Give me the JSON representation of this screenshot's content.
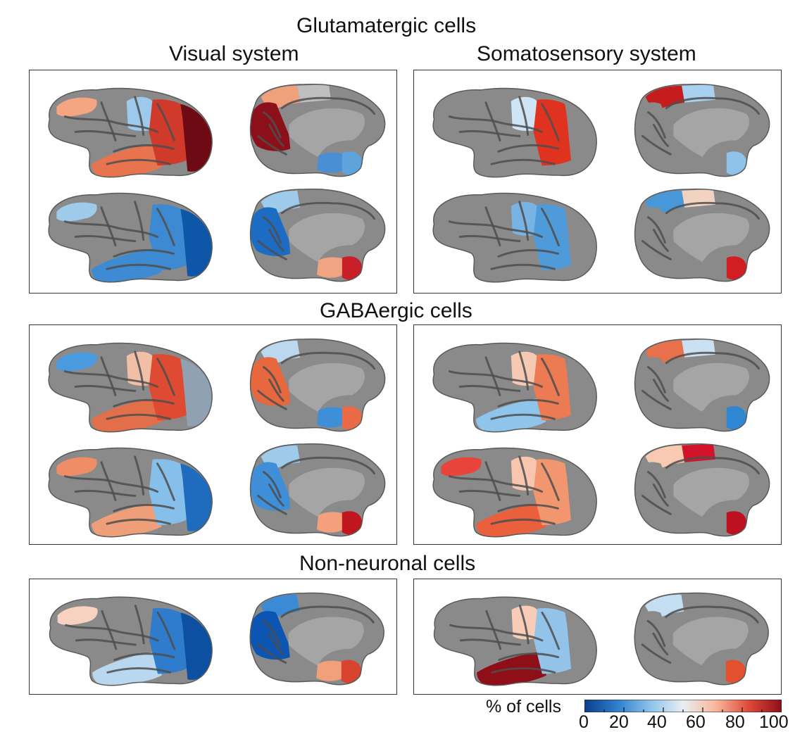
{
  "titles": {
    "glutamatergic": "Glutamatergic cells",
    "visual_system": "Visual system",
    "somatosensory_system": "Somatosensory system",
    "gabaergic": "GABAergic cells",
    "non_neuronal": "Non-neuronal cells"
  },
  "colorbar": {
    "label": "% of cells",
    "ticks": [
      "0",
      "20",
      "40",
      "60",
      "80",
      "100"
    ],
    "colors": [
      "#0a3f8c",
      "#2f7fcc",
      "#8cc3ea",
      "#e9eef3",
      "#f7b79a",
      "#df4a3a",
      "#8e0f18"
    ]
  },
  "brain_colors": {
    "cortex": "#8a8a8a",
    "cortex_dark": "#6f6f6f",
    "medial_wall": "#a5a5a5"
  },
  "panels": [
    {
      "name": "glut-visual",
      "rows": [
        {
          "lat": {
            "front": "#f5a582",
            "mid": "#9cc9ec",
            "temp": "#e8744f",
            "par": "#d03a2a",
            "occ": "#6d0a14"
          },
          "med": {
            "sup": "#f0a07a",
            "par": "#bfbfbf",
            "occ": "#8b1019",
            "inf": "#4a8fd3",
            "temp": "#5fa3dd"
          }
        },
        {
          "lat": {
            "front": "#9fcbeb",
            "mid": "#8a8a8a",
            "temp": "#3f8bd3",
            "par": "#3d8ad2",
            "occ": "#0e57a8"
          },
          "med": {
            "sup": "#9fcbeb",
            "par": "#8a8a8a",
            "occ": "#1d6cc4",
            "inf": "#f1a482",
            "temp": "#c81f28"
          }
        }
      ]
    },
    {
      "name": "glut-somato",
      "rows": [
        {
          "lat": {
            "front": "#8a8a8a",
            "mid": "#cfe4f4",
            "temp": "#8a8a8a",
            "par": "#e0331f",
            "occ": "#8a8a8a"
          },
          "med": {
            "sup": "#c51d1d",
            "par": "#a8d1ef",
            "occ": "#8a8a8a",
            "inf": "#8a8a8a",
            "temp": "#8fc3ea"
          }
        },
        {
          "lat": {
            "front": "#8a8a8a",
            "mid": "#77b3e3",
            "temp": "#8a8a8a",
            "par": "#4f9ad9",
            "occ": "#8a8a8a"
          },
          "med": {
            "sup": "#4898d9",
            "par": "#f2d3c1",
            "occ": "#8a8a8a",
            "inf": "#8a8a8a",
            "temp": "#d21d22"
          }
        }
      ]
    },
    {
      "name": "gaba-visual",
      "rows": [
        {
          "lat": {
            "front": "#4a9ae0",
            "mid": "#f0bfa6",
            "temp": "#e26f4a",
            "par": "#df4a32",
            "occ": "#90a2b2"
          },
          "med": {
            "sup": "#bcd8ee",
            "par": "#8a8a8a",
            "occ": "#e7683e",
            "inf": "#3f8fd8",
            "temp": "#e96a45"
          }
        },
        {
          "lat": {
            "front": "#ef8e66",
            "mid": "#8a8a8a",
            "temp": "#ee9e78",
            "par": "#86bfe9",
            "occ": "#1f6bbd"
          },
          "med": {
            "sup": "#9fcbeb",
            "par": "#8a8a8a",
            "occ": "#3f8fd8",
            "inf": "#f4a07d",
            "temp": "#c2161f"
          }
        }
      ]
    },
    {
      "name": "gaba-somato",
      "rows": [
        {
          "lat": {
            "front": "#8a8a8a",
            "mid": "#f6c9b3",
            "temp": "#8fc5ea",
            "par": "#ec7a52",
            "occ": "#8a8a8a"
          },
          "med": {
            "sup": "#e8704b",
            "par": "#c9e1f3",
            "occ": "#8a8a8a",
            "inf": "#8a8a8a",
            "temp": "#2f86d3"
          }
        },
        {
          "lat": {
            "front": "#e8443a",
            "mid": "#f8c6ae",
            "temp": "#ea5f3c",
            "par": "#f29670",
            "occ": "#8a8a8a"
          },
          "med": {
            "sup": "#f9c9b2",
            "par": "#d3132a",
            "occ": "#8a8a8a",
            "inf": "#8a8a8a",
            "temp": "#bd1020"
          }
        }
      ]
    },
    {
      "name": "nonneuronal-visual",
      "rows": [
        {
          "lat": {
            "front": "#f8d2c1",
            "mid": "#8a8a8a",
            "temp": "#b9d7ee",
            "par": "#2f7ccd",
            "occ": "#0d4fa0"
          },
          "med": {
            "sup": "#3a8ad6",
            "par": "#8a8a8a",
            "occ": "#0d55b2",
            "inf": "#f2a07c",
            "temp": "#d8442f"
          }
        }
      ]
    },
    {
      "name": "nonneuronal-somato",
      "rows": [
        {
          "lat": {
            "front": "#8a8a8a",
            "mid": "#f8ccb7",
            "temp": "#8e0f18",
            "par": "#93c3e9",
            "occ": "#8a8a8a"
          },
          "med": {
            "sup": "#c4def2",
            "par": "#8a8a8a",
            "occ": "#8a8a8a",
            "inf": "#8a8a8a",
            "temp": "#e2502f"
          }
        }
      ]
    }
  ]
}
